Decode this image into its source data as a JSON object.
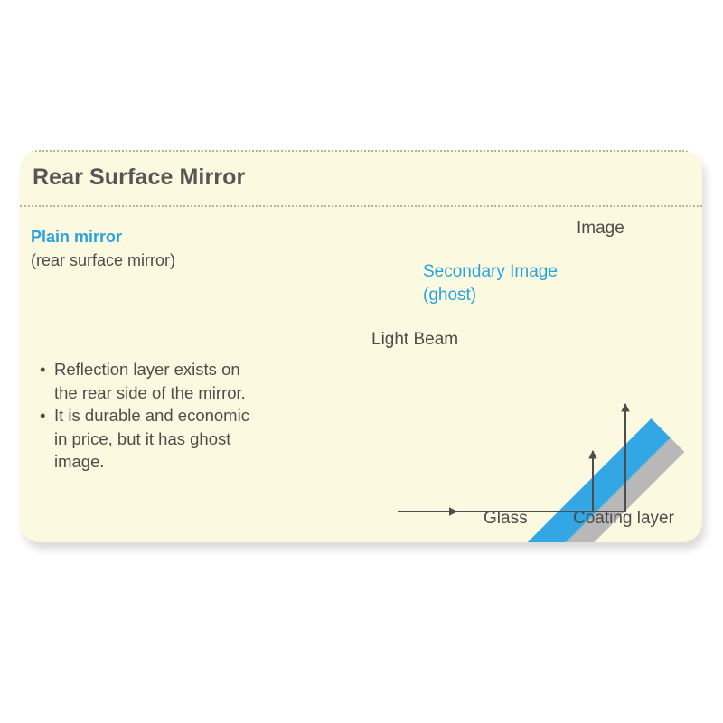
{
  "card": {
    "title": "Rear Surface Mirror",
    "subtitle_highlight": "Plain mirror",
    "subtitle_secondary": "(rear surface mirror)",
    "bullet_marker": "•",
    "bullets": [
      "Reflection layer exists on the rear side of the mirror.",
      "It is durable and economic in price, but it has ghost image."
    ],
    "bullet_lines": [
      [
        "Reflection layer exists on",
        "the rear side of the mirror."
      ],
      [
        "It is durable and economic",
        "in price, but it has ghost",
        "image."
      ]
    ]
  },
  "diagram": {
    "labels": {
      "image": "Image",
      "secondary_image_line1": "Secondary Image",
      "secondary_image_line2": "(ghost)",
      "light_beam": "Light Beam",
      "glass": "Glass",
      "coating_layer": "Coating layer"
    },
    "parts": {
      "glass_layer_name": "glass-slab",
      "coating_layer_name": "coating-stripe"
    }
  },
  "colors": {
    "card_background": "#fbf9df",
    "page_background": "#ffffff",
    "accent_blue": "#29a3e0",
    "glass_blue": "#32a7e4",
    "coating_gray": "#b8b8b8",
    "text_dark": "#4c4c4b",
    "title_gray": "#565655",
    "dotted_border": "#b9b49a",
    "arrow_stroke": "#4d4d4d"
  }
}
